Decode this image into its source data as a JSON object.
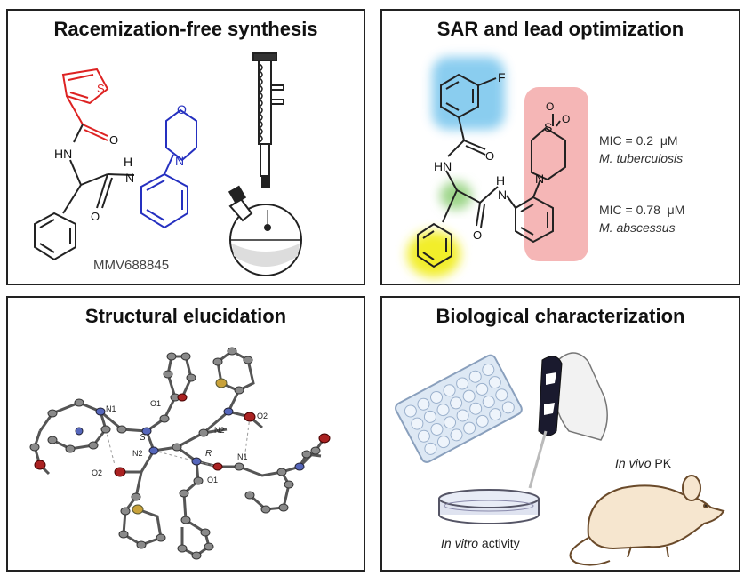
{
  "panels": {
    "synthesis": {
      "title": "Racemization-free synthesis",
      "atoms": {
        "s": "S",
        "o1": "O",
        "o2": "O",
        "o3": "O",
        "nh1": "HN",
        "nh2": "H",
        "n2": "N",
        "n3": "N"
      },
      "compound": "MMV688845"
    },
    "sar": {
      "title": "SAR and lead optimization",
      "atoms": {
        "f": "F",
        "s": "S",
        "so1": "O",
        "so2": "O",
        "o1": "O",
        "o2": "O",
        "hn": "HN",
        "h": "H",
        "n": "N",
        "n2": "N"
      },
      "mic1": "MIC = 0.2  μM",
      "org1": "M. tuberculosis",
      "mic2": "MIC = 0.78  μM",
      "org2": "M. abscessus",
      "colors": {
        "blue": "#7ec8ee",
        "green": "#9ed68a",
        "yellow": "#f2ee2a",
        "red": "#f3a9a9"
      }
    },
    "structure": {
      "title": "Structural elucidation",
      "labels": {
        "n1a": "N1",
        "o1a": "O1",
        "s": "S",
        "n2a": "N2",
        "o2a": "O2",
        "n2b": "N2",
        "o2b": "O2",
        "r": "R",
        "o1b": "O1",
        "n1b": "N1"
      }
    },
    "biology": {
      "title": "Biological characterization",
      "invivo_italic": "In",
      "invivo_italic2": "vivo",
      "invivo_rest": "PK",
      "invitro_italic": "In vitro",
      "invitro_rest": "activity"
    }
  }
}
